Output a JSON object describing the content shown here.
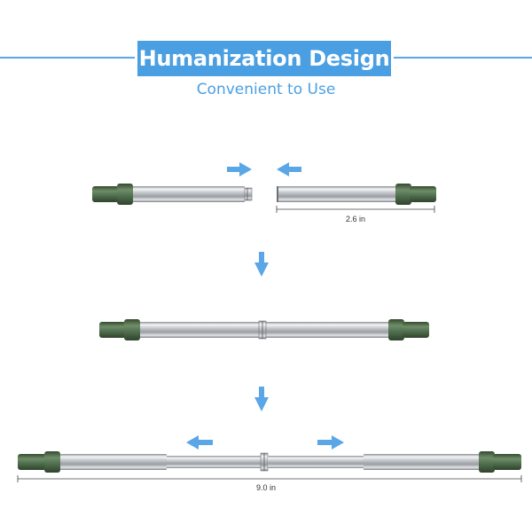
{
  "header": {
    "title": "Humanization Design",
    "subtitle": "Convenient to Use"
  },
  "dimensions": {
    "segment_length": "2.6 in",
    "extended_length": "9.0 in"
  },
  "colors": {
    "accent": "#4a9fe3",
    "cap_green": "#4f6e4d",
    "arrow_blue": "#5aa6e6",
    "steel": "#c9ccd0"
  },
  "icons": {
    "arrow": "arrow-icon",
    "cap": "green-end-cap"
  }
}
